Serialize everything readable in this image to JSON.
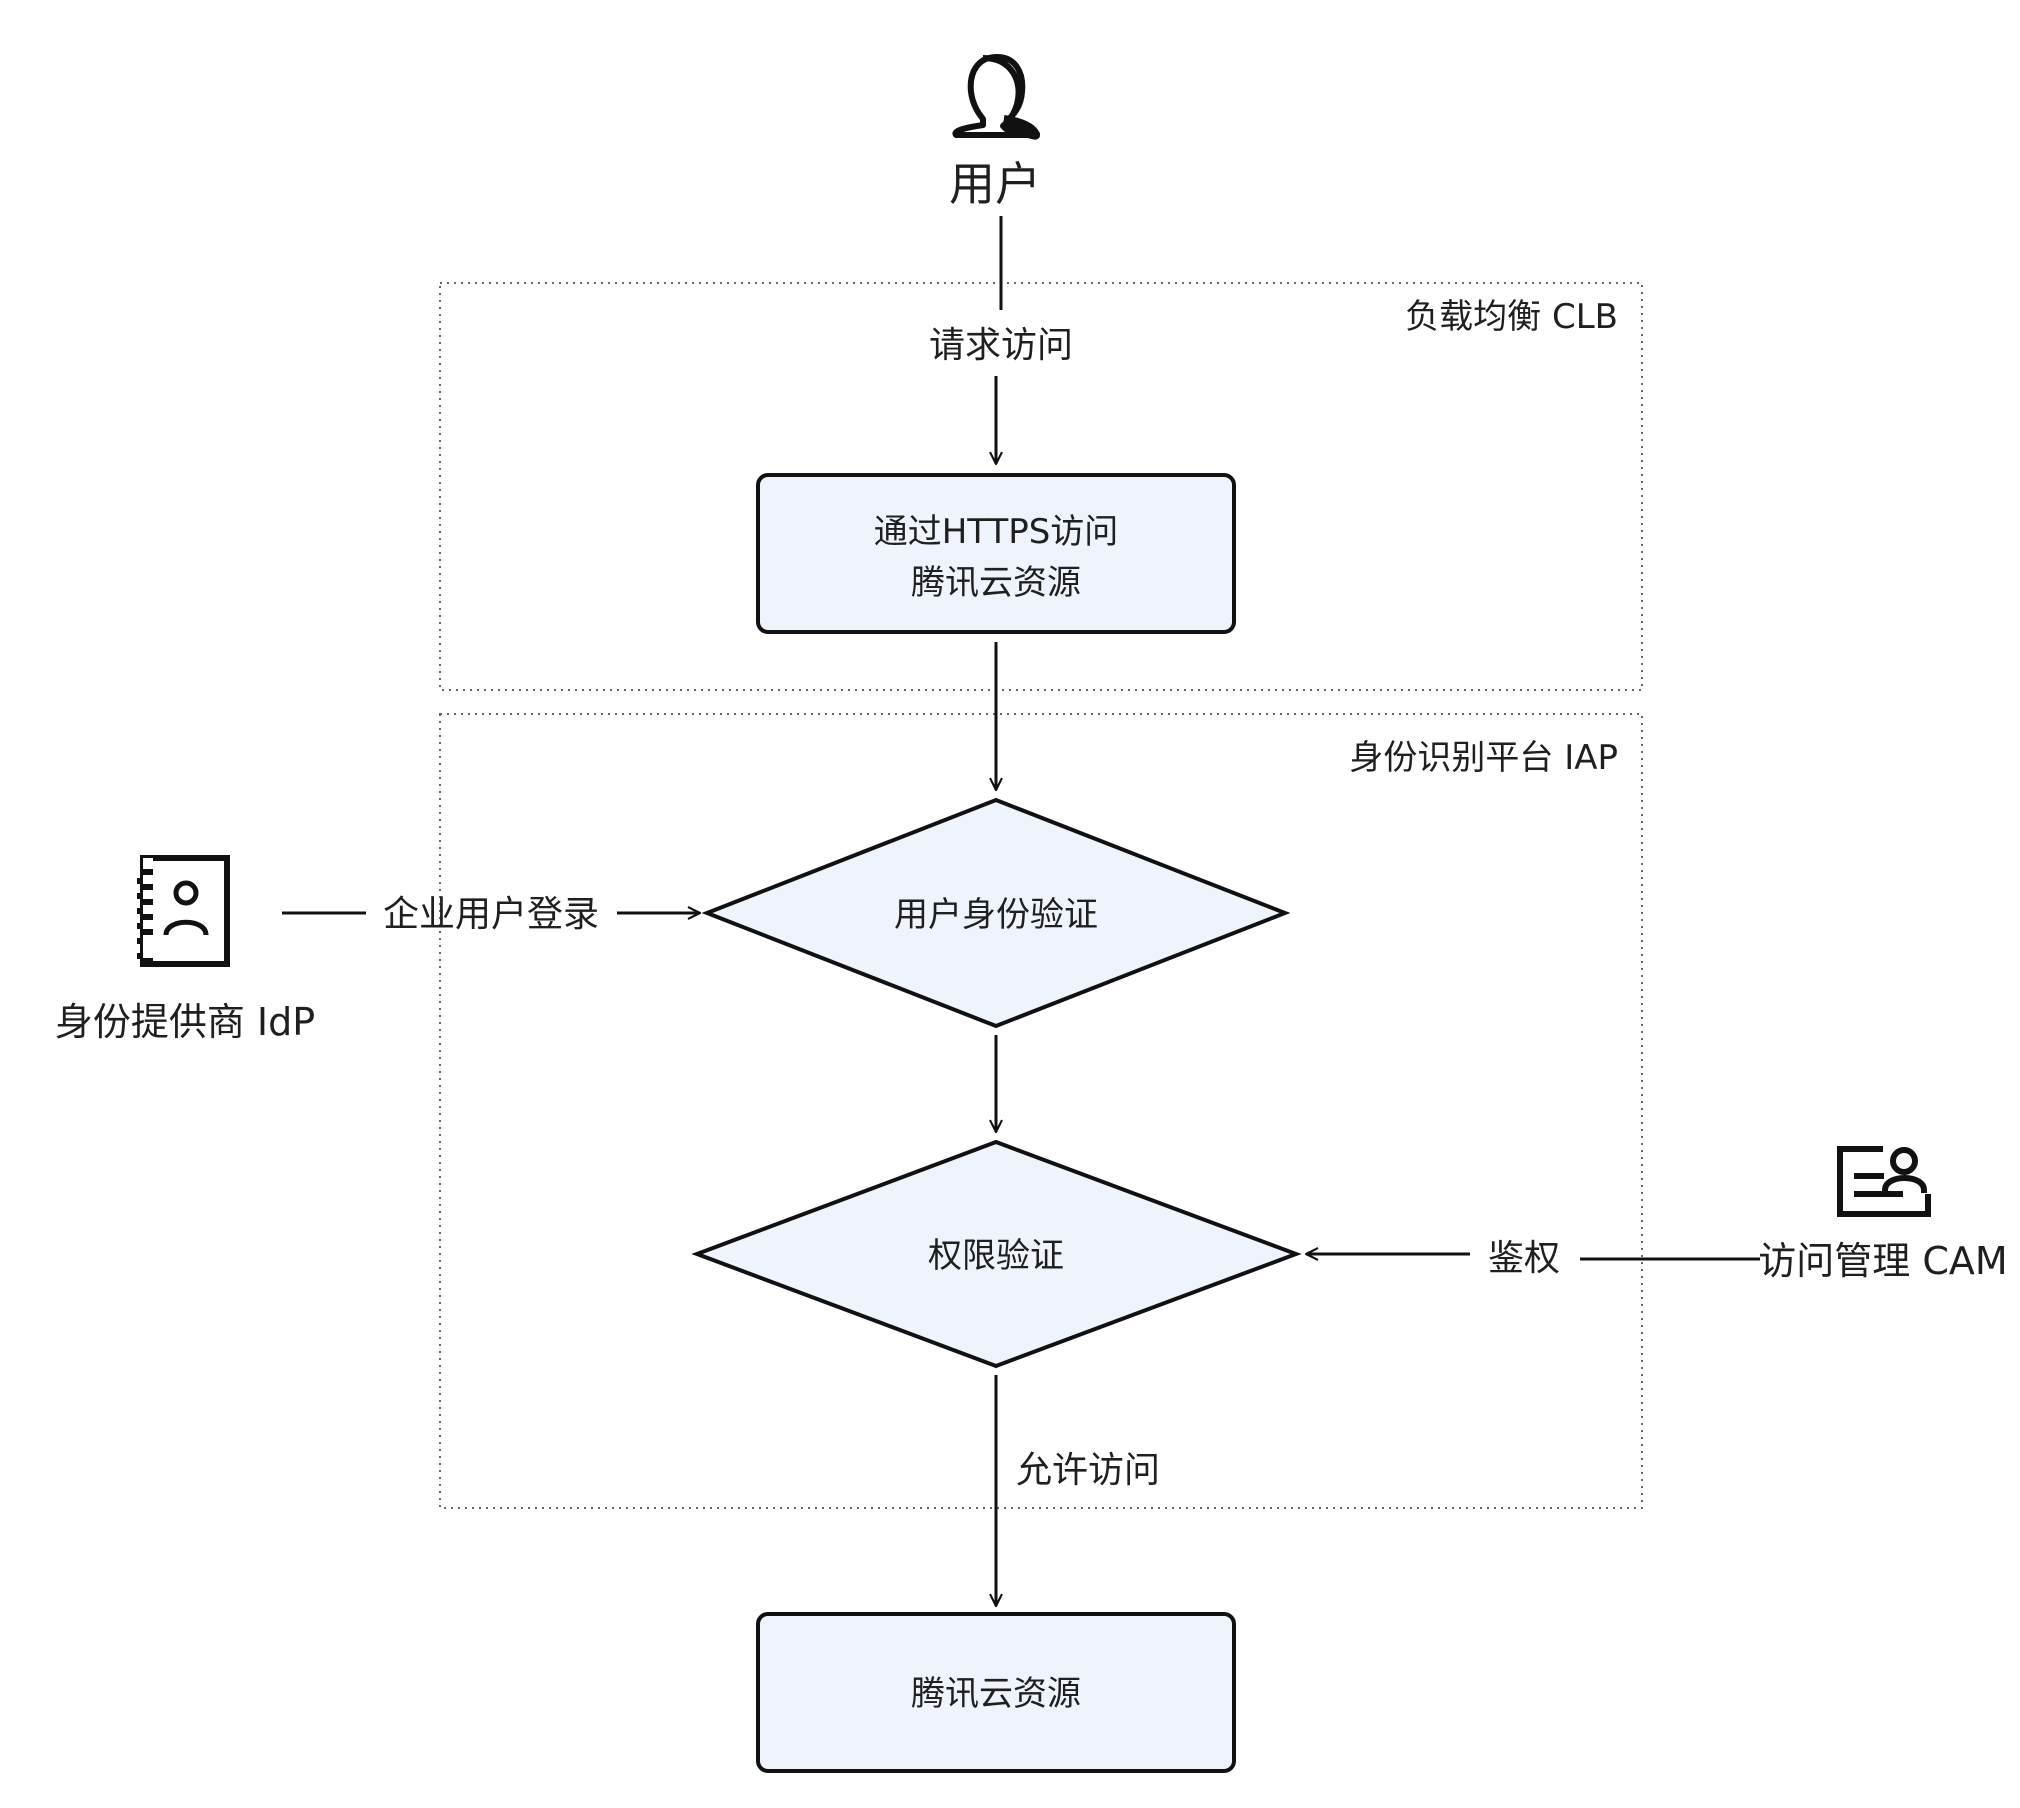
{
  "user": {
    "label": "用户",
    "icon": "user-icon"
  },
  "regions": {
    "clb": {
      "label": "负载均衡 CLB"
    },
    "iap": {
      "label": "身份识别平台 IAP"
    }
  },
  "nodes": {
    "https_access": {
      "line1": "通过HTTPS访问",
      "line2": "腾讯云资源"
    },
    "identity_check": {
      "label": "用户身份验证"
    },
    "permission_check": {
      "label": "权限验证"
    },
    "cloud_resource": {
      "label": "腾讯云资源"
    }
  },
  "edges": {
    "request_access": "请求访问",
    "enterprise_login": "企业用户登录",
    "auth": "鉴权",
    "allow_access": "允许访问"
  },
  "external": {
    "idp": {
      "label": "身份提供商 IdP",
      "icon": "contact-card-icon"
    },
    "cam": {
      "label": "访问管理 CAM",
      "icon": "id-card-icon"
    }
  },
  "colors": {
    "node_fill": "#eef3fc",
    "stroke": "#111111",
    "region_border": "#666666"
  }
}
